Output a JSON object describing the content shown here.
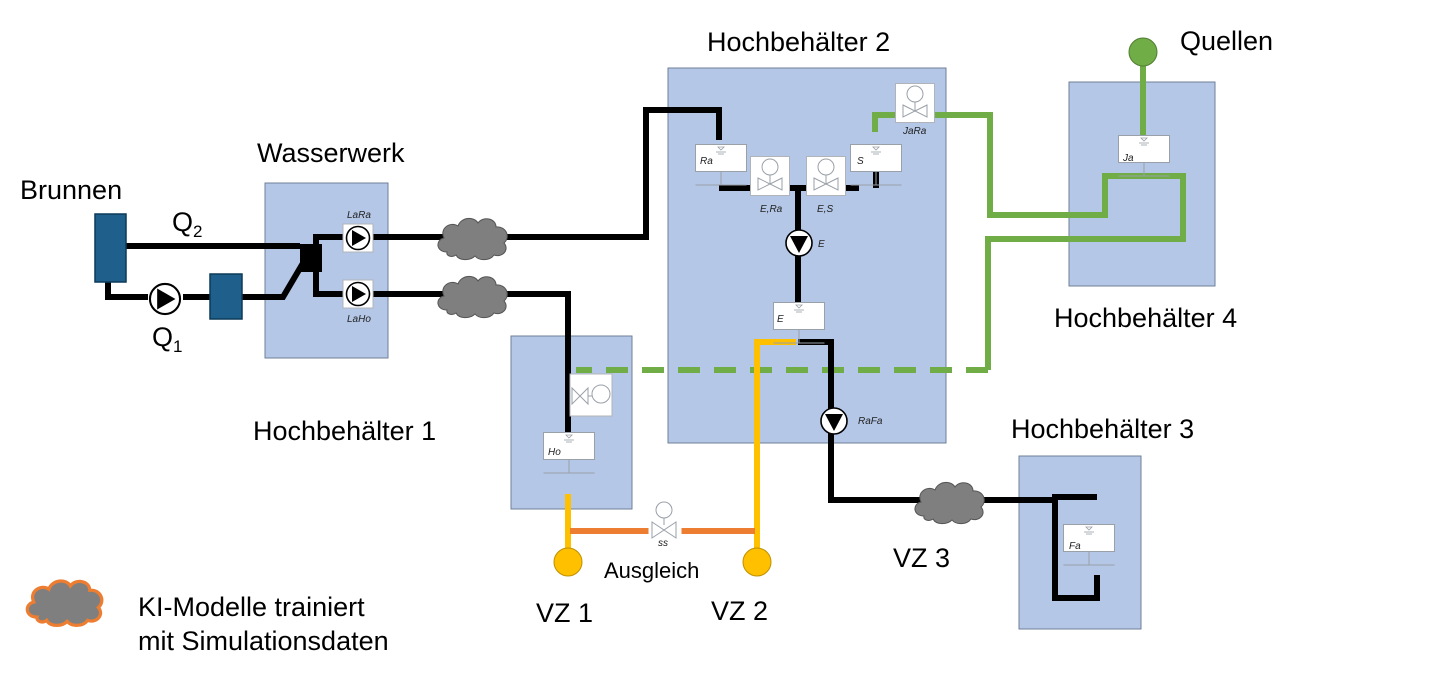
{
  "labels": {
    "brunnen": "Brunnen",
    "wasserwerk": "Wasserwerk",
    "q2_main": "Q",
    "q2_sub": "2",
    "q1_main": "Q",
    "q1_sub": "1",
    "hb1": "Hochbehälter 1",
    "hb2": "Hochbehälter 2",
    "hb3": "Hochbehälter 3",
    "hb4": "Hochbehälter 4",
    "quellen": "Quellen",
    "ausgleich": "Ausgleich",
    "vz1": "VZ 1",
    "vz2": "VZ 2",
    "vz3": "VZ 3"
  },
  "components": {
    "lara": "LaRa",
    "laho": "LaHo",
    "ra": "Ra",
    "s": "S",
    "jara": "JaRa",
    "era": "E,Ra",
    "es": "E,S",
    "e_pump": "E",
    "e_tank": "E",
    "rafa": "RaFa",
    "ja": "Ja",
    "ho": "Ho",
    "fa": "Fa",
    "ausgleich_valve": "ss"
  },
  "legend": {
    "line1": "KI-Modelle trainiert",
    "line2": "mit Simulationsdaten"
  },
  "colors": {
    "box_fill": "#b4c7e7",
    "box_stroke": "#6e7f96",
    "pipe_black": "#000000",
    "pipe_green": "#70ad47",
    "pipe_yellow": "#ffc000",
    "pipe_orange": "#ed7d31",
    "well_blue": "#1f5f8b",
    "cloud_fill": "#7f7f7f",
    "legend_cloud_stroke": "#ed7d31"
  }
}
